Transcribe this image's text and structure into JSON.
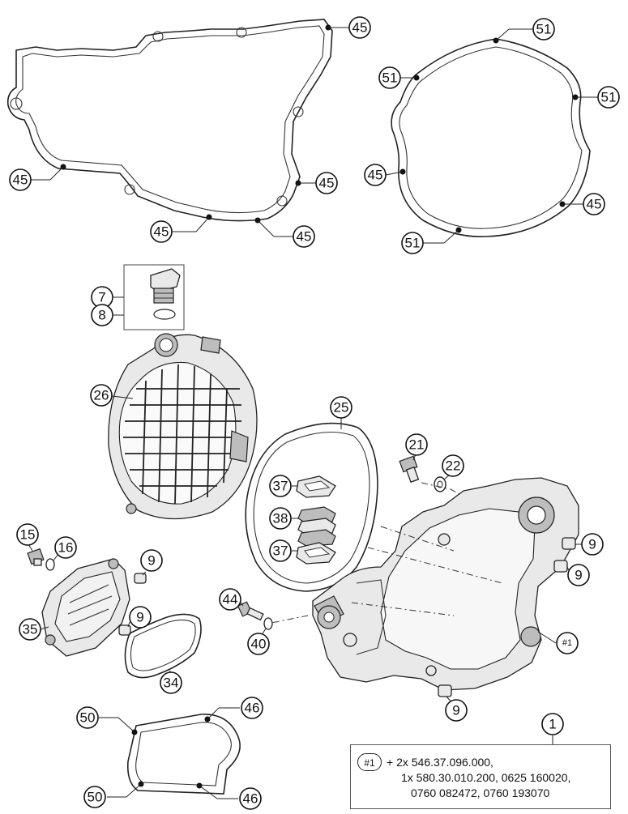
{
  "callouts": {
    "g45_a": "45",
    "g45_b": "45",
    "g45_c": "45",
    "g45_d": "45",
    "g45_e": "45",
    "g45_f": "45",
    "g45_g": "45",
    "g51_a": "51",
    "g51_b": "51",
    "g51_c": "51",
    "g51_d": "51",
    "p7": "7",
    "p8": "8",
    "p26": "26",
    "p25": "25",
    "p37_a": "37",
    "p38": "38",
    "p37_b": "37",
    "p21": "21",
    "p22": "22",
    "p15": "15",
    "p16": "16",
    "p35": "35",
    "p34": "34",
    "p9_a": "9",
    "p9_b": "9",
    "p9_c": "9",
    "p9_d": "9",
    "p9_e": "9",
    "p44": "44",
    "p40": "40",
    "ref1": "#1",
    "p1": "1",
    "p50_a": "50",
    "p50_b": "50",
    "p46_a": "46",
    "p46_b": "46"
  },
  "note": {
    "tag": "#1",
    "line1": "+ 2x 546.37.096.000,",
    "line2": "1x 580.30.010.200, 0625 160020,",
    "line3": "0760 082472, 0760 193070"
  },
  "colors": {
    "ink": "#1a1a1a",
    "line": "#333333",
    "shade": "#cfcfcf",
    "dark": "#555555"
  }
}
